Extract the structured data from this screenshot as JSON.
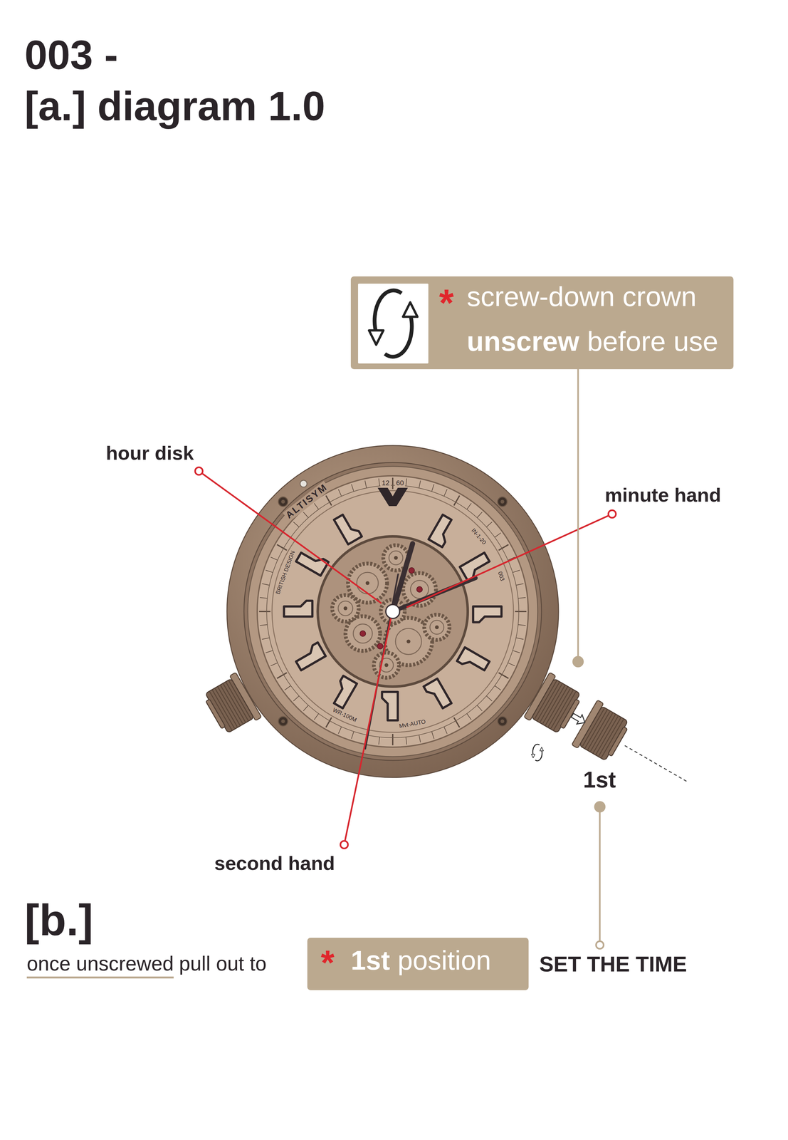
{
  "diagram": {
    "title": "003 -",
    "nodes": [
      {
        "text": [
          "*",
          "screw-down crown",
          "unscrew",
          "before use"
        ]
      },
      {
        "text": [
          "*",
          "1st",
          "position"
        ]
      }
    ],
    "labels": [
      "[a.]",
      "diagram 1.0",
      "hour disk",
      "minute hand",
      "second hand",
      "1st",
      "[b.]",
      "once unscrewed",
      "pull out to",
      "SET THE TIME",
      "12",
      "60",
      "ALTISYM",
      "BRITISH DESIGN",
      "IN-1-20",
      "003",
      "WR-100M",
      "Mvt-AUTO"
    ]
  }
}
